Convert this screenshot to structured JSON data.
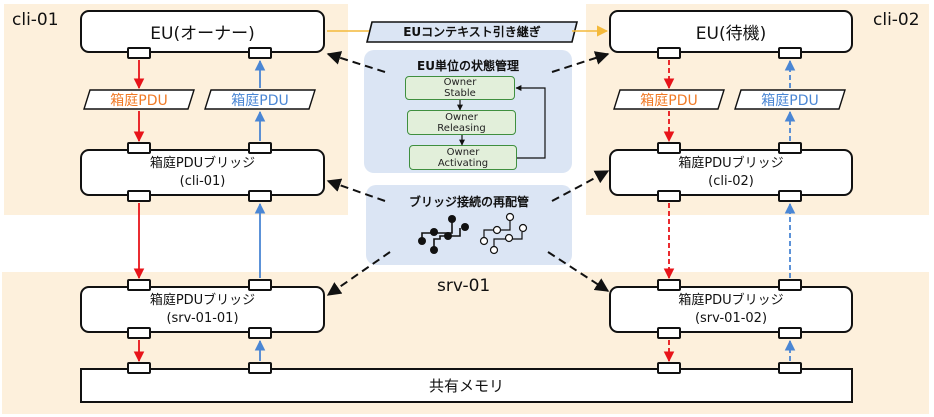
{
  "hosts": {
    "cli01": {
      "label": "cli-01"
    },
    "cli02": {
      "label": "cli-02"
    },
    "srv01": {
      "label": "srv-01"
    }
  },
  "eu_owner": {
    "label": "EU(オーナー)"
  },
  "eu_standby": {
    "label": "EU(待機)"
  },
  "pdu_labels": {
    "send_left": "箱庭PDU",
    "recv_left": "箱庭PDU",
    "send_right": "箱庭PDU",
    "recv_right": "箱庭PDU"
  },
  "bridges": [
    {
      "name": "箱庭PDUブリッジ",
      "host": "(cli-01)"
    },
    {
      "name": "箱庭PDUブリッジ",
      "host": "(cli-02)"
    },
    {
      "name": "箱庭PDUブリッジ",
      "host": "(srv-01-01)"
    },
    {
      "name": "箱庭PDUブリッジ",
      "host": "(srv-01-02)"
    }
  ],
  "shared_memory": {
    "label": "共有メモリ"
  },
  "context_handover": {
    "label": "EUコンテキスト引き継ぎ"
  },
  "state_panel": {
    "title": "EU単位の状態管理",
    "states": [
      {
        "line1": "Owner",
        "line2": "Stable"
      },
      {
        "line1": "Owner",
        "line2": "Releasing"
      },
      {
        "line1": "Owner",
        "line2": "Activating"
      }
    ]
  },
  "bridge_panel": {
    "title": "ブリッジ接続の再配管",
    "icons": [
      "circuit-filled-icon",
      "circuit-outline-icon"
    ]
  },
  "colors": {
    "host_bg": "#fdf0dc",
    "panel_bg": "#dbe5f4",
    "state_fill": "#e2efda",
    "state_border": "#3f8f3f",
    "send_flow": "#e8141a",
    "recv_flow": "#4a86d4",
    "pdu_send_text": "#f07a26",
    "pdu_recv_text": "#4a86d4",
    "handover_line": "#f4b93a"
  }
}
